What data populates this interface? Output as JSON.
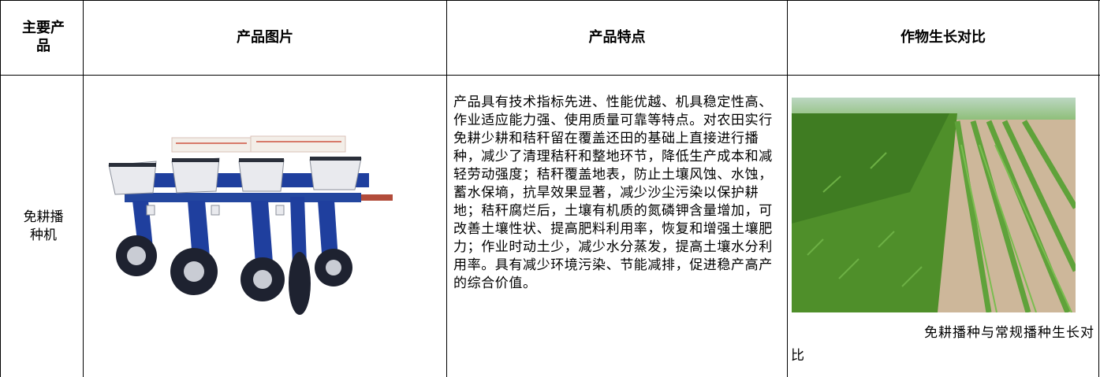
{
  "header": {
    "col1": "主要产品",
    "col2": "产品图片",
    "col3": "产品特点",
    "col4": "作物生长对比"
  },
  "row": {
    "product_name": "免耕播种机",
    "features": "产品具有技术指标先进、性能优越、机具稳定性高、作业适应能力强、使用质量可靠等特点。对农田实行免耕少耕和秸秆留在覆盖还田的基础上直接进行播种，减少了清理秸秆和整地环节，降低生产成本和减轻劳动强度；秸秆覆盖地表，防止土壤风蚀、水蚀，蓄水保墒，抗旱效果显著，减少沙尘污染以保护耕地；秸秆腐烂后，土壤有机质的氮磷钾含量增加，可改善土壤性状、提高肥料利用率，恢复和增强土壤肥力；作业时动土少，减少水分蒸发，提高土壤水分利用率。具有减少环境污染、节能减排，促进稳产高产的综合价值。",
    "caption_line1": "免耕播种与常规播种生长对",
    "caption_line2": "比"
  },
  "colors": {
    "machine_blue": "#1f3f9e",
    "hopper_white": "#e9eaee",
    "crop_green": "#4f8f2a",
    "soil": "#cdb79a"
  }
}
